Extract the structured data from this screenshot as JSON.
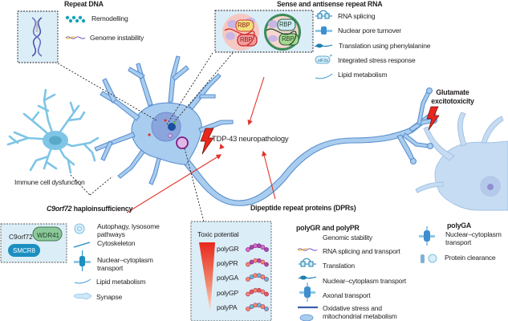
{
  "colors": {
    "neuron_fill": "#a9cdee",
    "neuron_stroke": "#5a8fcf",
    "panel_fill": "#dbeef8",
    "arrow_red": "#e0352b",
    "bolt_red": "#e8281e",
    "microglia": "#7ec5e6",
    "target_neuron": "#c6dcf2"
  },
  "repeat_dna": {
    "title": "Repeat DNA",
    "items": [
      {
        "icon": "chromatin-icon",
        "label": "Remodelling"
      },
      {
        "icon": "dna-strand-icon",
        "label": "Genome instability"
      }
    ]
  },
  "repeat_rna": {
    "title": "Sense and antisense repeat RNA",
    "foci": [
      {
        "name": "sense-rna-foci",
        "rbp_labels": [
          "RBP",
          "RBP"
        ]
      },
      {
        "name": "antisense-rna-foci",
        "rbp_labels": [
          "RBP",
          "RBP"
        ]
      }
    ],
    "items": [
      {
        "icon": "rna-splicing-icon",
        "label": "RNA splicing"
      },
      {
        "icon": "nuclear-pore-icon",
        "label": "Nuclear pore turnover"
      },
      {
        "icon": "ribosome-translation-icon",
        "label": "Translation using phenylalanine"
      },
      {
        "icon": "eif2a-icon",
        "label": "Integrated stress response",
        "icon_text": "eIF2α",
        "icon_sup": "P"
      },
      {
        "icon": "lipid-icon",
        "label": "Lipid metabolism"
      }
    ]
  },
  "glutamate": {
    "label_line1": "Glutamate",
    "label_line2": "excitotoxicity"
  },
  "tdp43": {
    "label": "TDP-43 neuropathology"
  },
  "immune": {
    "label": "Immune cell dysfunction"
  },
  "haplo": {
    "title_italic": "C9orf72",
    "title_rest": " haploinsufficiency",
    "complex": {
      "c9": "C9orf72",
      "wdr41": "WDR41",
      "smcr8": "SMCR8"
    },
    "items": [
      {
        "icon": "lysosome-icon",
        "label_line1": "Autophagy, lysosome",
        "label_line2": "pathways"
      },
      {
        "icon": "cytoskeleton-icon",
        "label_line1": "Cytoskeleton"
      },
      {
        "icon": "nuclear-pore-icon",
        "label_line1": "Nuclear–cytoplasm",
        "label_line2": "transport"
      },
      {
        "icon": "lipid-icon",
        "label_line1": "Lipid metabolism"
      },
      {
        "icon": "synapse-icon",
        "label_line1": "Synapse"
      }
    ]
  },
  "dpr": {
    "title": "Dipeptide repeat proteins (DPRs)",
    "toxic_title": "Toxic potential",
    "toxic_order": [
      "polyGR",
      "polyPR",
      "polyGA",
      "polyGP",
      "polyPA"
    ],
    "gr_pr": {
      "title": "polyGR and polyPR",
      "items": [
        {
          "icon": "dna-strand-icon",
          "label_line1": "Genomic stability"
        },
        {
          "icon": "rna-splicing-icon",
          "label_line1": "RNA splicing and transport"
        },
        {
          "icon": "ribosome-translation-icon",
          "label_line1": "Translation"
        },
        {
          "icon": "nuclear-pore-icon",
          "label_line1": "Nuclear–cytoplasm transport"
        },
        {
          "icon": "axon-icon",
          "label_line1": "Axonal transport"
        },
        {
          "icon": "mitochondrion-icon",
          "label_line1": "Oxidative stress and",
          "label_line2": "mitochondrial metabolism"
        }
      ]
    },
    "ga": {
      "title": "polyGA",
      "items": [
        {
          "icon": "nuclear-pore-icon",
          "label_line1": "Nuclear–cytoplasm",
          "label_line2": "transport"
        },
        {
          "icon": "proteasome-icon",
          "label_line1": "Protein clearance"
        }
      ]
    }
  }
}
